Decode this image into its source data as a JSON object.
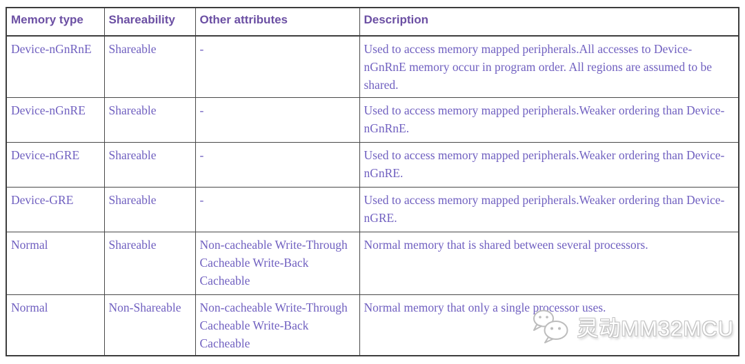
{
  "colors": {
    "header_text": "#6b4fa3",
    "body_text": "#7060c0",
    "table_border": "#3c3c3c",
    "watermark_outline": "#c2c2c2",
    "background": "#ffffff"
  },
  "table": {
    "headers": [
      "Memory type",
      "Shareability",
      "Other attributes",
      "Description"
    ],
    "rows": [
      {
        "memory_type": "Device-nGnRnE",
        "shareability": "Shareable",
        "other_attributes": "-",
        "description": "Used to access memory mapped peripherals.All accesses to Device-nGnRnE memory occur in program order. All regions are assumed to be shared."
      },
      {
        "memory_type": "Device-nGnRE",
        "shareability": "Shareable",
        "other_attributes": "-",
        "description": "Used to access memory mapped peripherals.Weaker ordering than Device-nGnRnE."
      },
      {
        "memory_type": "Device-nGRE",
        "shareability": "Shareable",
        "other_attributes": "-",
        "description": "Used to access memory mapped peripherals.Weaker ordering than Device-nGnRE."
      },
      {
        "memory_type": "Device-GRE",
        "shareability": "Shareable",
        "other_attributes": "-",
        "description": "Used to access memory mapped peripherals.Weaker ordering than Device-nGRE."
      },
      {
        "memory_type": "Normal",
        "shareability": "Shareable",
        "other_attributes": "Non-cacheable Write-Through Cacheable Write-Back Cacheable",
        "description": "Normal memory that is shared between several processors."
      },
      {
        "memory_type": "Normal",
        "shareability": "Non-Shareable",
        "other_attributes": "Non-cacheable Write-Through Cacheable Write-Back Cacheable",
        "description": "Normal memory that only a single processor uses."
      }
    ]
  },
  "watermark": {
    "label": "灵动MM32MCU",
    "icon": "wechat-icon"
  }
}
